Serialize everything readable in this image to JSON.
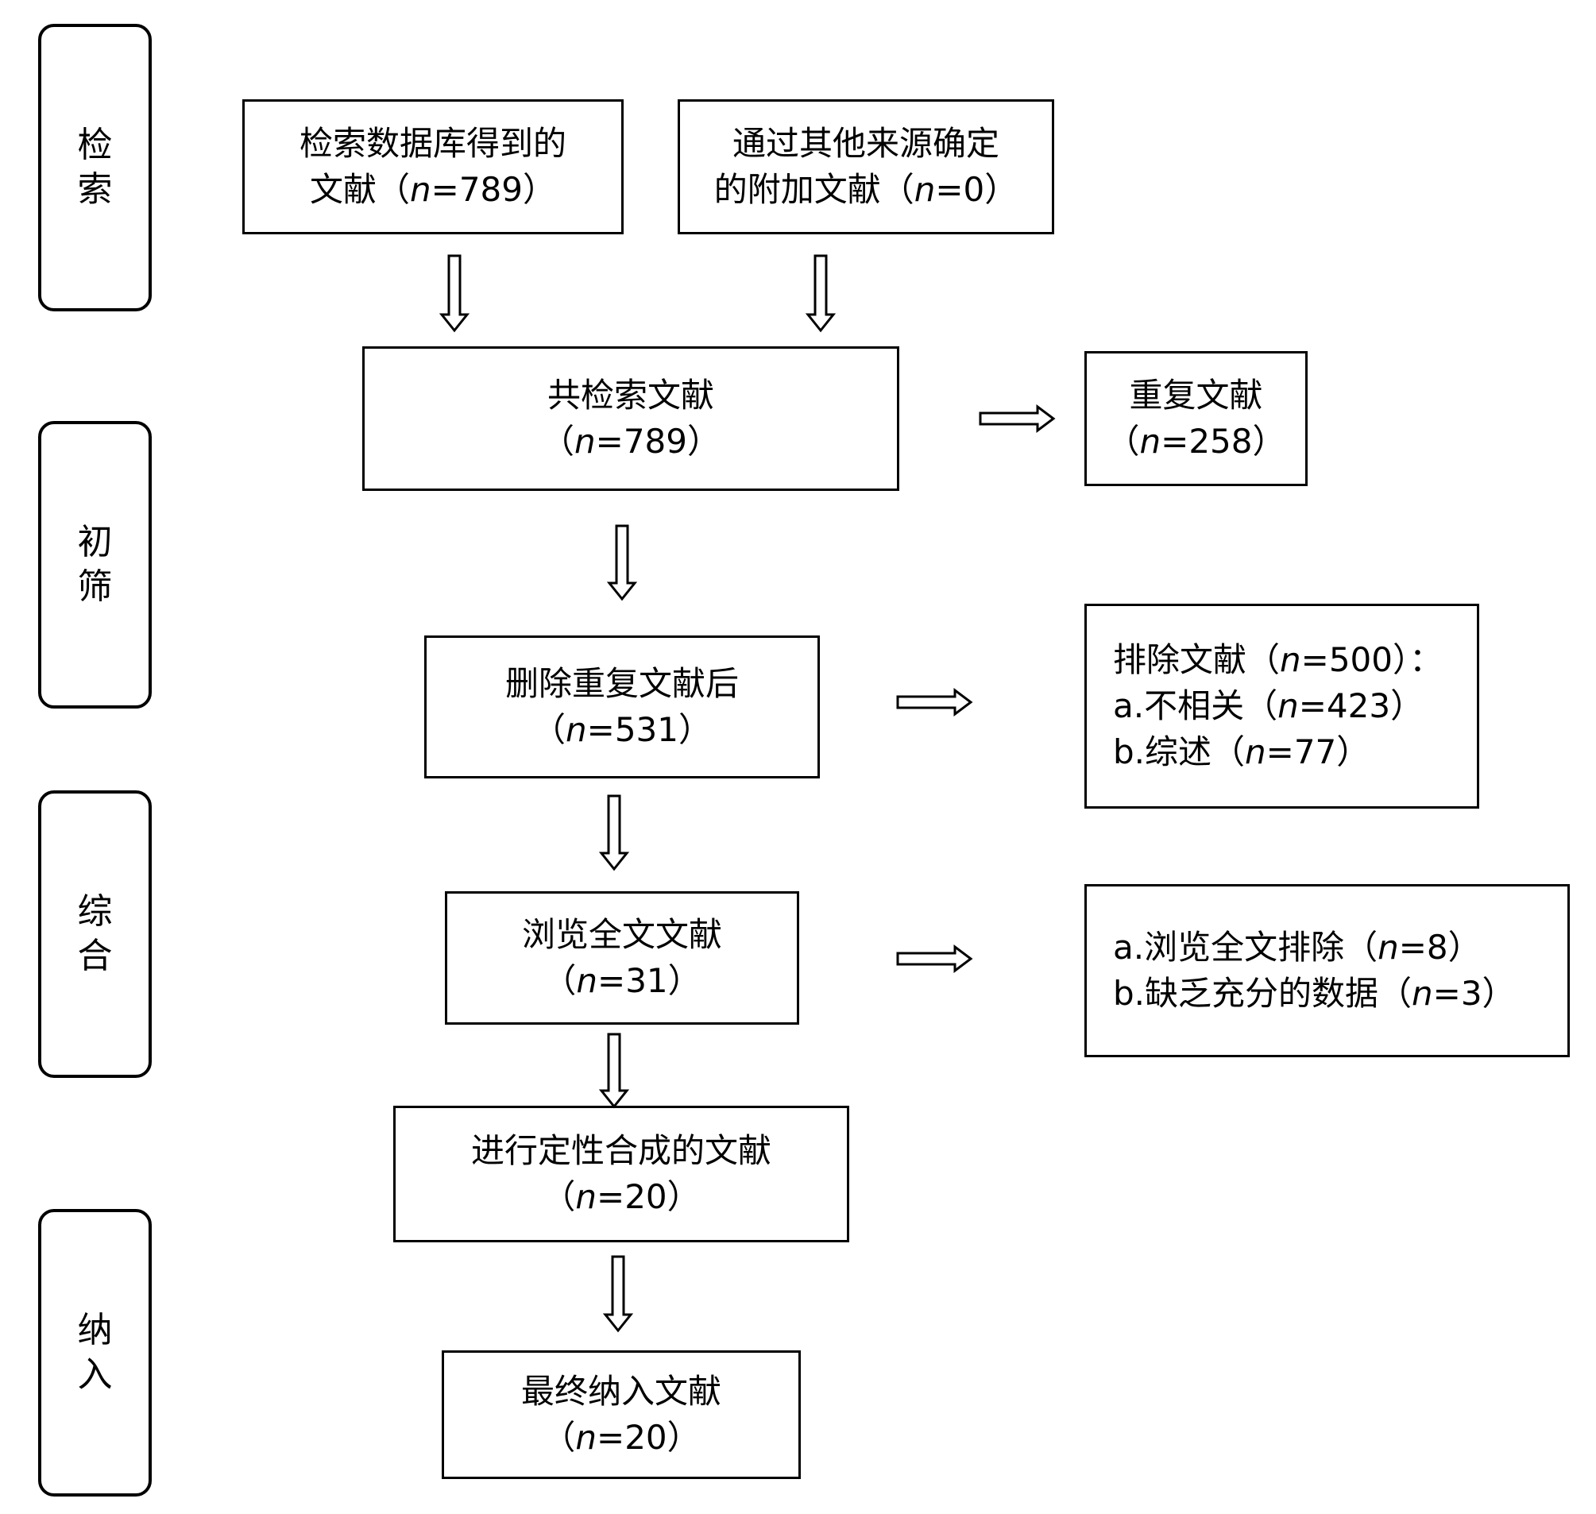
{
  "phases": {
    "identification": [
      "检",
      "索"
    ],
    "screening": [
      "初",
      "筛"
    ],
    "eligibility": [
      "综",
      "合"
    ],
    "included": [
      "纳",
      "入"
    ]
  },
  "boxes": {
    "database": {
      "line1": "检索数据库得到的",
      "line2_pre": "文献（",
      "n": "n",
      "line2_post": "=789）"
    },
    "other_sources": {
      "line1": "通过其他来源确定",
      "line2_pre": "的附加文献（",
      "n": "n",
      "line2_post": "=0）"
    },
    "total": {
      "line1": "共检索文献",
      "line2_pre": "（",
      "n": "n",
      "line2_post": "=789）"
    },
    "duplicates": {
      "line1": "重复文献",
      "line2_pre": "（",
      "n": "n",
      "line2_post": "=258）"
    },
    "after_dedup": {
      "line1": "删除重复文献后",
      "line2_pre": "（",
      "n": "n",
      "line2_post": "=531）"
    },
    "excluded": {
      "line1_pre": "排除文献（",
      "line1_post": "=500）：",
      "line2_pre": "a.不相关（",
      "line2_post": "=423）",
      "line3_pre": "b.综述（",
      "line3_post": "=77）",
      "n": "n"
    },
    "fulltext": {
      "line1": "浏览全文文献",
      "line2_pre": "（",
      "n": "n",
      "line2_post": "=31）"
    },
    "fulltext_excluded": {
      "line1_pre": "a.浏览全文排除（",
      "line1_post": "=8）",
      "line2_pre": "b.缺乏充分的数据（",
      "line2_post": "=3）",
      "n": "n"
    },
    "qualitative": {
      "line1": "进行定性合成的文献",
      "line2_pre": "（",
      "n": "n",
      "line2_post": "=20）"
    },
    "final": {
      "line1": "最终纳入文献",
      "line2_pre": "（",
      "n": "n",
      "line2_post": "=20）"
    }
  }
}
